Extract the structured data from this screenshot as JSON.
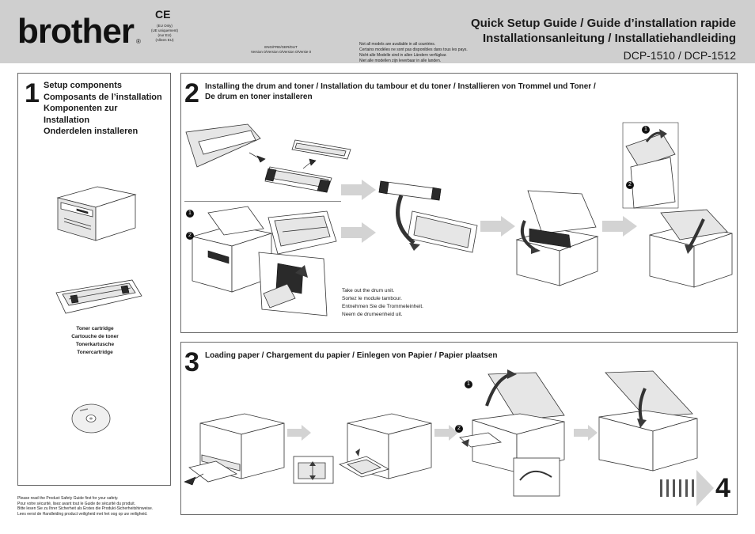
{
  "header": {
    "logo": "brother",
    "reg": "®",
    "ce": "CE",
    "eu_note": [
      "(EU Only)",
      "(UE uniquement)",
      "(nur EU)",
      "(Alleen EU)"
    ],
    "version_lang": "ENG/FRE/GER/DUT",
    "version_text": "Version 0/Version 0/Version 0/Versie 0",
    "availability": [
      "Not all models are available in all countries.",
      "Certains modèles ne sont pas disponibles dans tous les pays.",
      "Nicht alle Modelle sind in allen Ländern verfügbar.",
      "Niet alle modellen zijn leverbaar in alle landen."
    ],
    "title_line1": "Quick Setup Guide / Guide d’installation rapide",
    "title_line2": "Installationsanleitung / Installatiehandleiding",
    "model": "DCP-1510 / DCP-1512"
  },
  "step1": {
    "number": "1",
    "labels": [
      "Setup components",
      "Composants de l’installation",
      "Komponenten zur",
      "Installation",
      "Onderdelen installeren"
    ],
    "toner_caption": [
      "Toner cartridge",
      "Cartouche de toner",
      "Tonerkartusche",
      "Tonercartridge"
    ]
  },
  "step2": {
    "number": "2",
    "title_line1": "Installing the drum and toner / Installation du tambour et du toner / Installieren von Trommel und Toner /",
    "title_line2": "De drum en toner installeren",
    "drum_caption": [
      "Take out the drum unit.",
      "Sortez le module tambour.",
      "Entnehmen Sie die Trommeleinheit.",
      "Neem de drumeenheid uit."
    ],
    "badge1": "1",
    "badge2": "2"
  },
  "step3": {
    "number": "3",
    "title": "Loading paper / Chargement du papier / Einlegen von Papier / Papier plaatsen",
    "badge1": "1",
    "badge2": "2"
  },
  "safety": [
    "Please read the Product Safety Guide first for your safety.",
    "Pour votre sécurité, lisez avant tout le Guide de sécurité du produit.",
    "Bitte lesen Sie zu Ihrer Sicherheit als Erstes die Produkt-Sicherheitshinweise.",
    "Lees eerst de Handleiding product veiligheid met het oog op uw veiligheid."
  ],
  "next_step": "4",
  "icons": {
    "arrow": "right-arrow-icon",
    "disc": "cd-rom-icon",
    "printer": "printer-icon"
  }
}
